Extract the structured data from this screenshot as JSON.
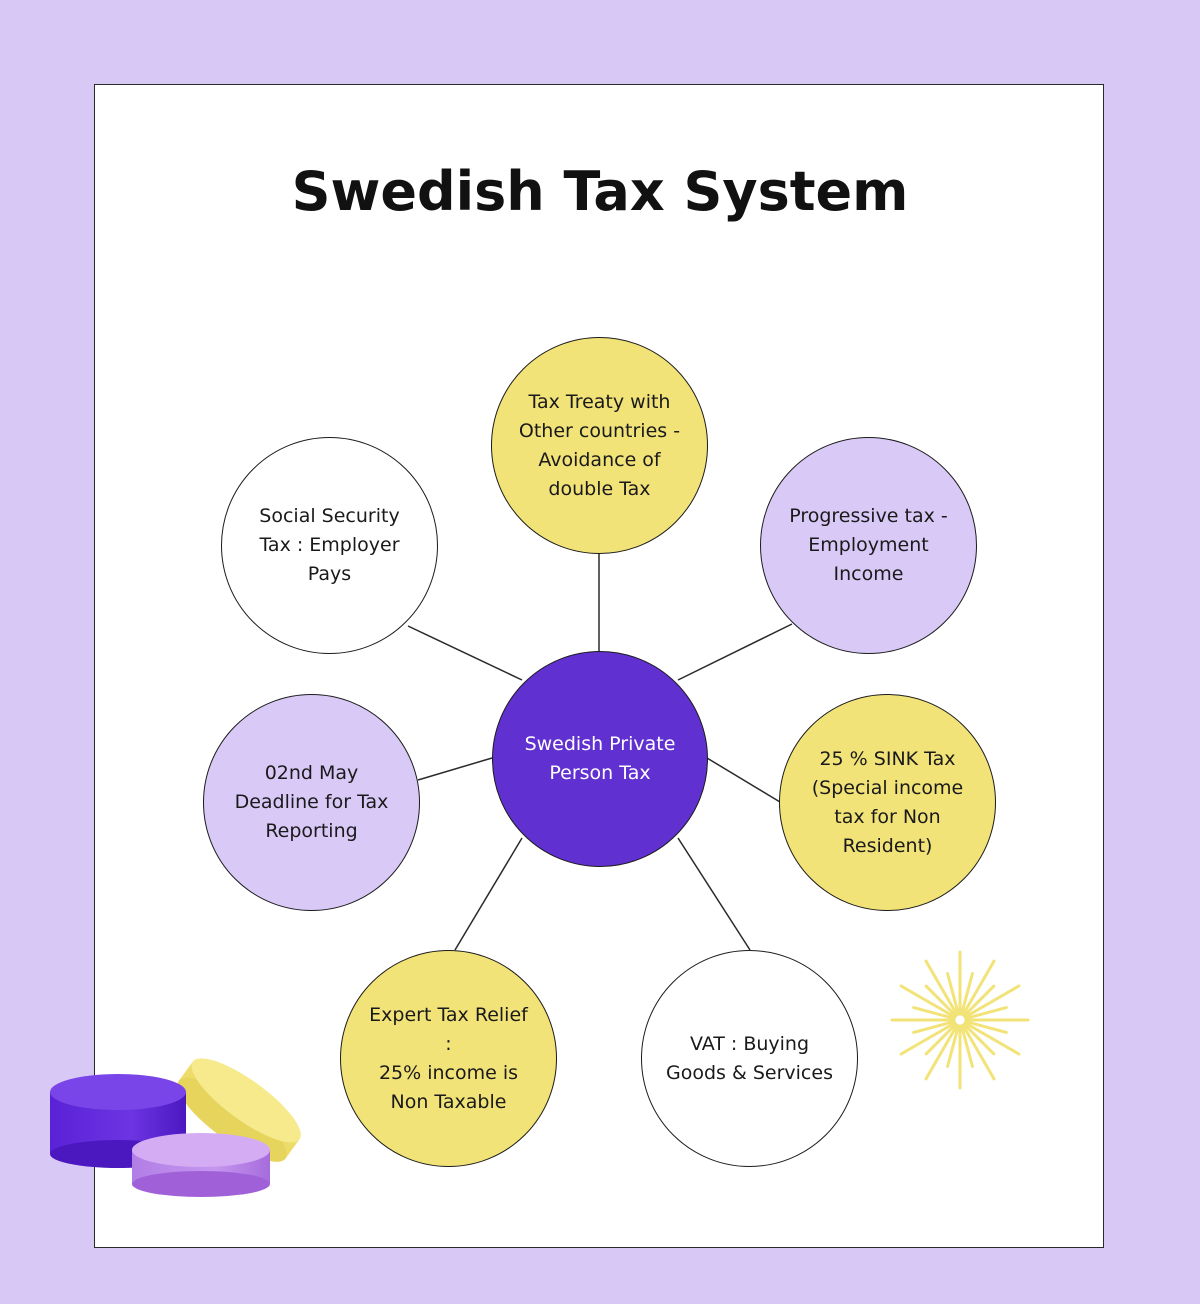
{
  "title": "Swedish Tax System",
  "colors": {
    "background": "#d8c8f6",
    "yellow": "#f2e379",
    "lavender": "#d9c9f7",
    "white": "#ffffff",
    "center": "#6030d0"
  },
  "center": {
    "label": "Swedish Private\nPerson Tax"
  },
  "nodes": [
    {
      "id": "tax-treaty",
      "label": "Tax Treaty with\nOther countries -\nAvoidance of\ndouble Tax",
      "color": "yellow"
    },
    {
      "id": "progressive-tax",
      "label": "Progressive tax -\nEmployment\nIncome",
      "color": "lavender"
    },
    {
      "id": "sink-tax",
      "label": "25 % SINK Tax\n(Special income\ntax for Non\nResident)",
      "color": "yellow"
    },
    {
      "id": "vat",
      "label": "VAT : Buying\nGoods & Services",
      "color": "white"
    },
    {
      "id": "expert-tax-relief",
      "label": "Expert Tax Relief :\n25% income is\nNon Taxable",
      "color": "yellow"
    },
    {
      "id": "deadline",
      "label": "02nd May\nDeadline for Tax\nReporting",
      "color": "lavender"
    },
    {
      "id": "social-security",
      "label": "Social Security\nTax :  Employer\nPays",
      "color": "white"
    }
  ],
  "icons": [
    "sun-burst-icon",
    "coins-stack-icon"
  ]
}
